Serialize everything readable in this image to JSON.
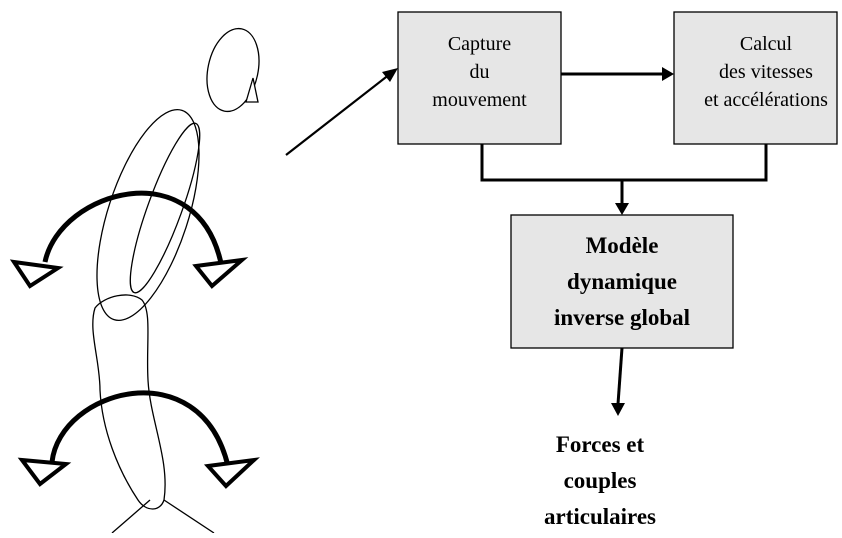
{
  "boxes": {
    "capture": {
      "lines": [
        "Capture",
        "du",
        "mouvement"
      ]
    },
    "calcul": {
      "lines": [
        "Calcul",
        "des vitesses",
        "et accélérations"
      ]
    },
    "modele": {
      "lines": [
        "Modèle",
        "dynamique",
        "inverse global"
      ]
    }
  },
  "output": {
    "lines": [
      "Forces et",
      "couples",
      "articulaires"
    ]
  },
  "colors": {
    "box_fill": "#e6e6e6",
    "stroke": "#000000"
  }
}
